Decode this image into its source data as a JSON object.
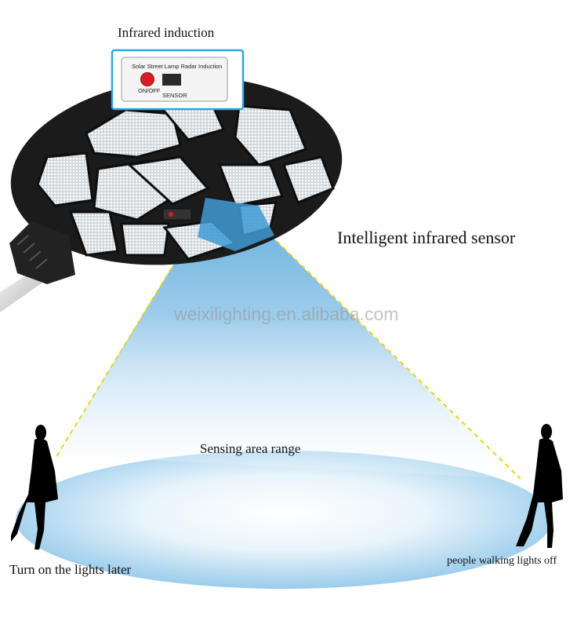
{
  "labels": {
    "infrared_induction": "Infrared induction",
    "intelligent_sensor": "Intelligent infrared sensor",
    "sensing_area_range": "Sensing area range",
    "turn_on_lights_later": "Turn on the lights later",
    "people_walking_lights_off": "people walking lights off",
    "watermark": "weixilighting.en.alibaba.com"
  },
  "control_panel": {
    "title": "Solar Street Lamp Radar Induction",
    "on_off": "ON/OFF",
    "sensor": "SENSOR"
  },
  "colors": {
    "sensing_blue": "#4aa3d8",
    "dashed_line": "#e5d61a",
    "callout_border": "#2ba9d9",
    "lamp_body": "#1b1b1b",
    "led_panel": "#e8ecef",
    "button_red": "#d81e25"
  }
}
